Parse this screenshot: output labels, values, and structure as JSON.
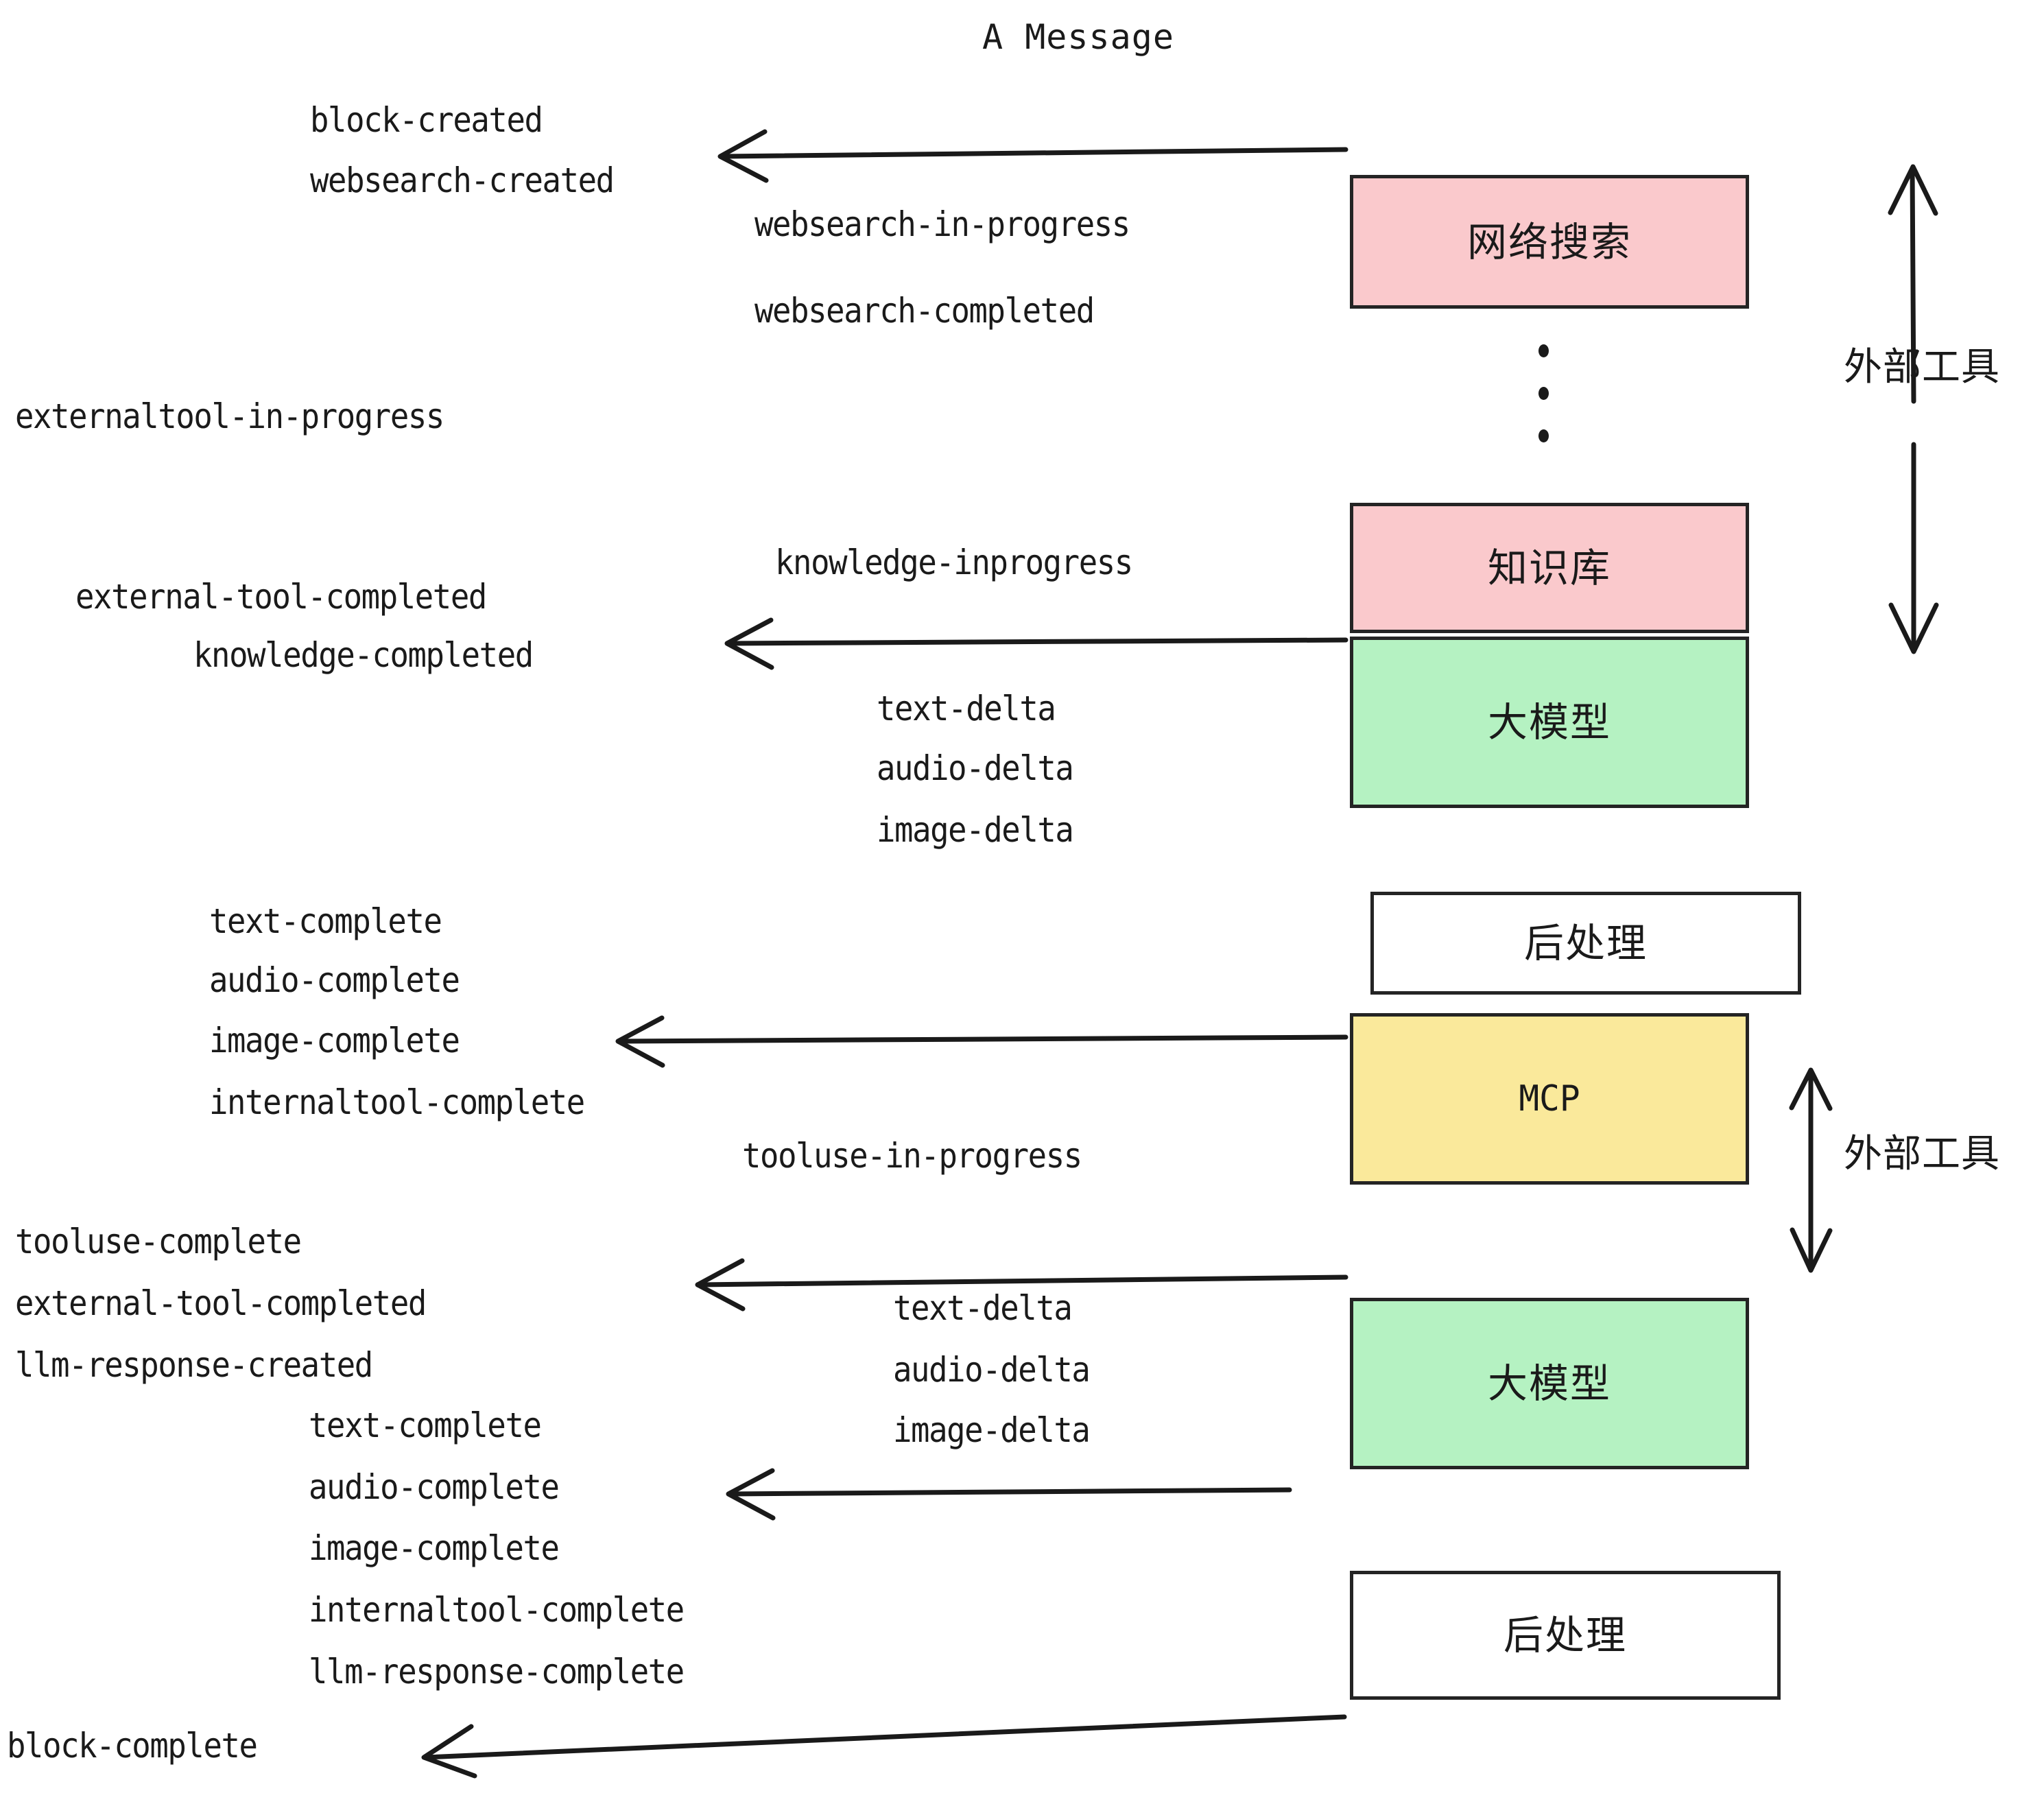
{
  "title": "A Message",
  "colors": {
    "pink": "#FAC9CC",
    "green": "#B5F2C2",
    "yellow": "#FAE99B",
    "white": "#FFFFFF",
    "stroke": "#242424",
    "text": "#1A1A1A"
  },
  "nodes": [
    {
      "label": "网络搜索",
      "fill": "#FAC9CC",
      "kind": "cjk"
    },
    {
      "label": "知识库",
      "fill": "#FAC9CC",
      "kind": "cjk"
    },
    {
      "label": "大模型",
      "fill": "#B5F2C2",
      "kind": "cjk"
    },
    {
      "label": "后处理",
      "fill": "#FFFFFF",
      "kind": "cjk"
    },
    {
      "label": "MCP",
      "fill": "#FAE99B",
      "kind": "latin"
    },
    {
      "label": "大模型",
      "fill": "#B5F2C2",
      "kind": "cjk"
    },
    {
      "label": "后处理",
      "fill": "#FFFFFF",
      "kind": "cjk"
    }
  ],
  "side_labels": [
    {
      "text": "外部工具"
    },
    {
      "text": "外部工具"
    }
  ],
  "events": [
    {
      "text": "block-created"
    },
    {
      "text": "websearch-created"
    },
    {
      "text": "websearch-in-progress"
    },
    {
      "text": "websearch-completed"
    },
    {
      "text": "externaltool-in-progress"
    },
    {
      "text": "knowledge-inprogress"
    },
    {
      "text": "external-tool-completed"
    },
    {
      "text": "knowledge-completed"
    },
    {
      "text": "text-delta"
    },
    {
      "text": "audio-delta"
    },
    {
      "text": "image-delta"
    },
    {
      "text": "text-complete"
    },
    {
      "text": "audio-complete"
    },
    {
      "text": "image-complete"
    },
    {
      "text": "internaltool-complete"
    },
    {
      "text": "tooluse-in-progress"
    },
    {
      "text": "tooluse-complete"
    },
    {
      "text": "external-tool-completed"
    },
    {
      "text": "llm-response-created"
    },
    {
      "text": "text-complete"
    },
    {
      "text": "audio-complete"
    },
    {
      "text": "image-complete"
    },
    {
      "text": "internaltool-complete"
    },
    {
      "text": "llm-response-complete"
    },
    {
      "text": "block-complete"
    },
    {
      "text": "text-delta"
    },
    {
      "text": "audio-delta"
    },
    {
      "text": "image-delta"
    }
  ]
}
